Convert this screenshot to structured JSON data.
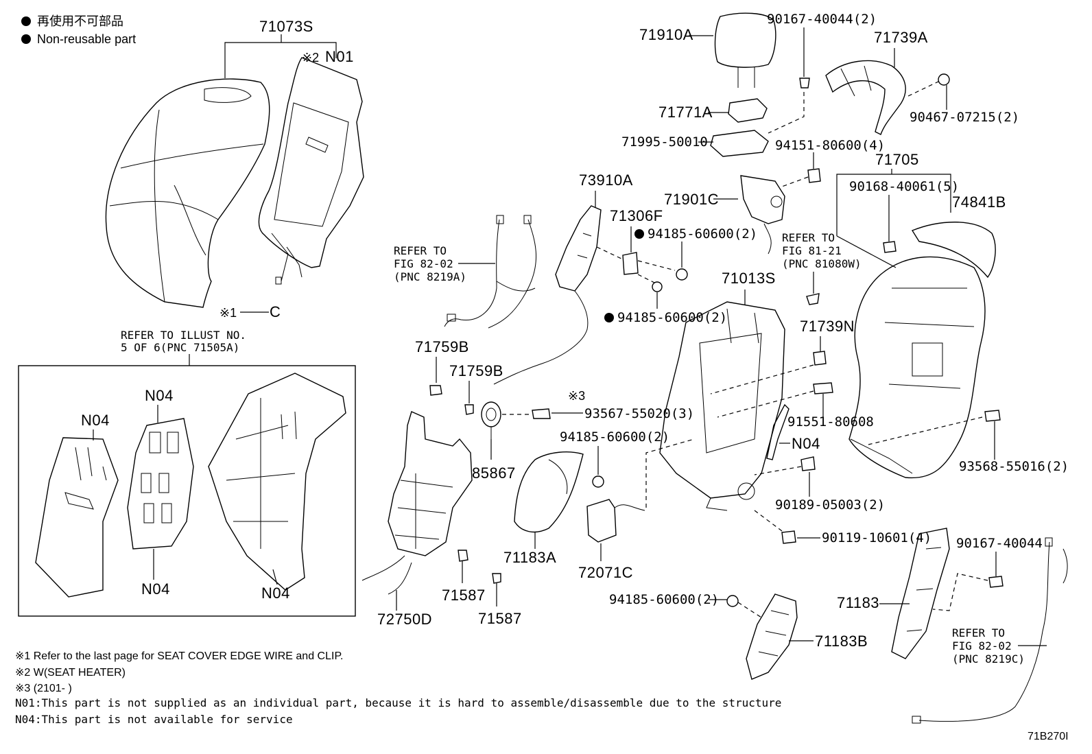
{
  "legend": {
    "bullet_ja": "再使用不可部品",
    "bullet_en": "Non-reusable part"
  },
  "labels": {
    "p71073S": "71073S",
    "n01_mark": "※2",
    "n01": "N01",
    "c_mark": "※1",
    "c": "C",
    "refer_illust_1": "REFER TO ILLUST NO.",
    "refer_illust_2": "5 OF 6(PNC 71505A)",
    "n04_a": "N04",
    "n04_b": "N04",
    "n04_c": "N04",
    "n04_d": "N04",
    "n04_e": "N04",
    "refer_8202_1": "REFER TO",
    "refer_8202_2": "FIG 82-02",
    "refer_8202_3": "(PNC 8219A)",
    "p71759B_a": "71759B",
    "p71759B_b": "71759B",
    "p72750D": "72750D",
    "p71587_a": "71587",
    "p71587_b": "71587",
    "p85867": "85867",
    "p73910A": "73910A",
    "p71306F": "71306F",
    "p94185_a": "94185-60600(2)",
    "p94185_b": "94185-60600(2)",
    "p94185_c": "94185-60600(2)",
    "p94185_d": "94185-60600(2)",
    "mark3": "※3",
    "p93567": "93567-55020(3)",
    "p71183A": "71183A",
    "p72071C": "72071C",
    "p71910A": "71910A",
    "p71771A": "71771A",
    "p71995": "71995-50010",
    "p90167_a": "90167-40044(2)",
    "p94151": "94151-80600(4)",
    "p71901C": "71901C",
    "p71013S": "71013S",
    "p71739N": "71739N",
    "p91551": "91551-80608",
    "p90189": "90189-05003(2)",
    "p90119": "90119-10601(4)",
    "p71183B": "71183B",
    "p71739A": "71739A",
    "p90467": "90467-07215(2)",
    "p71705": "71705",
    "p90168": "90168-40061(5)",
    "p74841B": "74841B",
    "refer_8121_1": "REFER TO",
    "refer_8121_2": "FIG 81-21",
    "refer_8121_3": "(PNC 81080W)",
    "p93568": "93568-55016(2)",
    "p90167_b": "90167-40044",
    "p71183": "71183",
    "refer_8219C_1": "REFER TO",
    "refer_8219C_2": "FIG 82-02",
    "refer_8219C_3": "(PNC 8219C)"
  },
  "footnotes": [
    "※1 Refer to the last page for SEAT COVER EDGE WIRE and CLIP.",
    "※2 W(SEAT HEATER)",
    "※3 (2101-    )",
    "N01:This part is not supplied as an individual part, because it is hard to assemble/disassemble due to the structure",
    "N04:This part is not available for service"
  ],
  "figure_id": "71B270I"
}
